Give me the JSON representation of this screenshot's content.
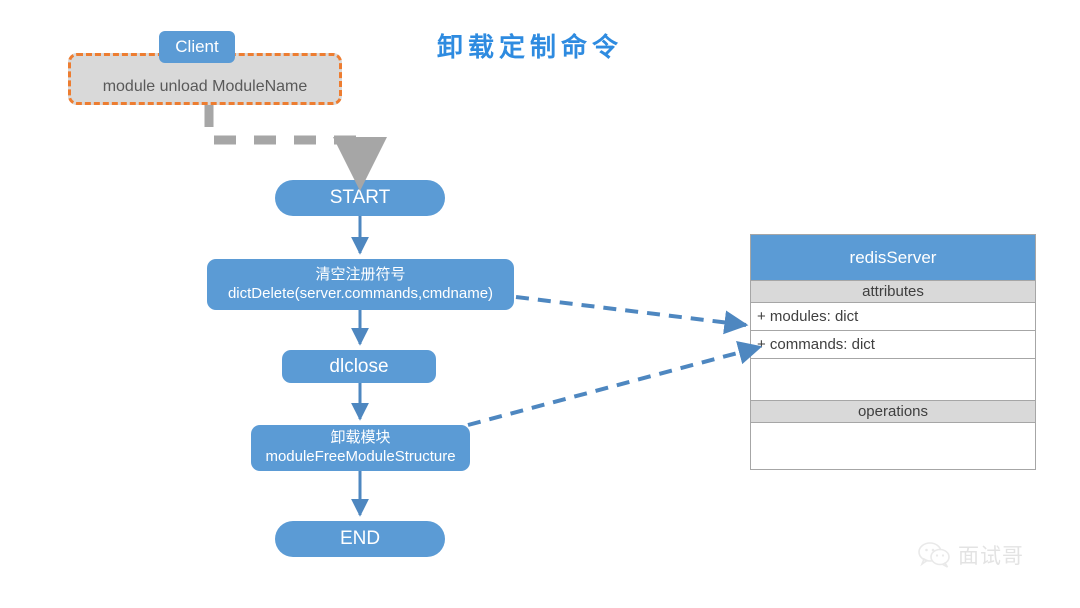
{
  "title": "卸载定制命令",
  "colors": {
    "accent_blue": "#5B9BD5",
    "title_blue": "#2E8BE0",
    "dashed_orange": "#ED7D31",
    "group_gray": "#D9D9D9",
    "connector_gray": "#A6A6A6",
    "text_gray": "#595959"
  },
  "client_group": {
    "tag_label": "Client",
    "command_text": "module unload ModuleName"
  },
  "flow": {
    "nodes": [
      {
        "id": "start",
        "label": "START",
        "shape": "terminator"
      },
      {
        "id": "dictdelete",
        "label": "清空注册符号",
        "label2": "dictDelete(server.commands,cmdname)",
        "shape": "process"
      },
      {
        "id": "dlclose",
        "label": "dlclose",
        "shape": "process"
      },
      {
        "id": "freemodule",
        "label": "卸载模块",
        "label2": "moduleFreeModuleStructure",
        "shape": "process"
      },
      {
        "id": "end",
        "label": "END",
        "shape": "terminator"
      }
    ]
  },
  "uml_class": {
    "name": "redisServer",
    "attributes_header": "attributes",
    "attributes": [
      "+ modules: dict",
      "+ commands: dict"
    ],
    "operations_header": "operations",
    "operations": []
  },
  "watermark": {
    "icon": "wechat-icon",
    "text": "面试哥"
  }
}
